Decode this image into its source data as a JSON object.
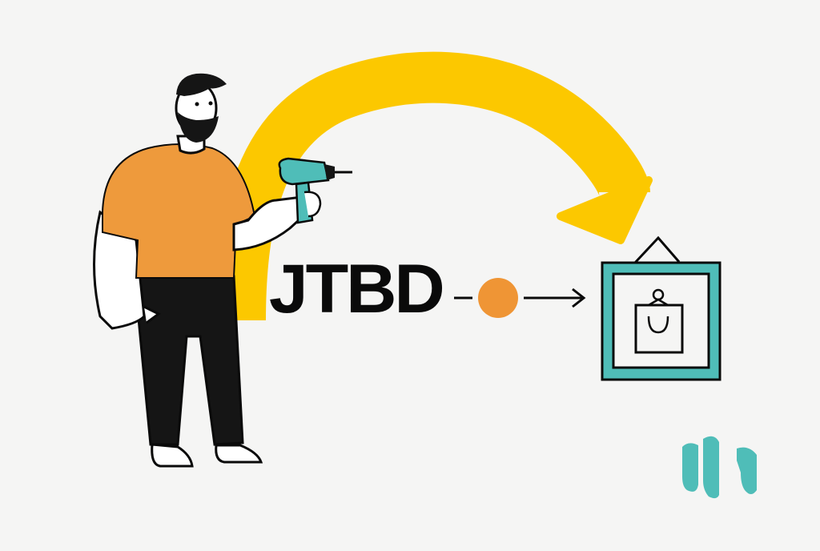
{
  "illustration": {
    "title": "JTBD",
    "colors": {
      "background": "#f5f5f4",
      "arrow_yellow": "#fcc800",
      "shirt_orange": "#ee9a3c",
      "teal": "#4fbdb8",
      "ink": "#0a0a0a",
      "dot_orange": "#ef9535"
    },
    "elements": [
      "person-holding-drill",
      "curved-arrow",
      "jtbd-label",
      "dot-connector",
      "framed-picture",
      "brand-logo"
    ]
  }
}
